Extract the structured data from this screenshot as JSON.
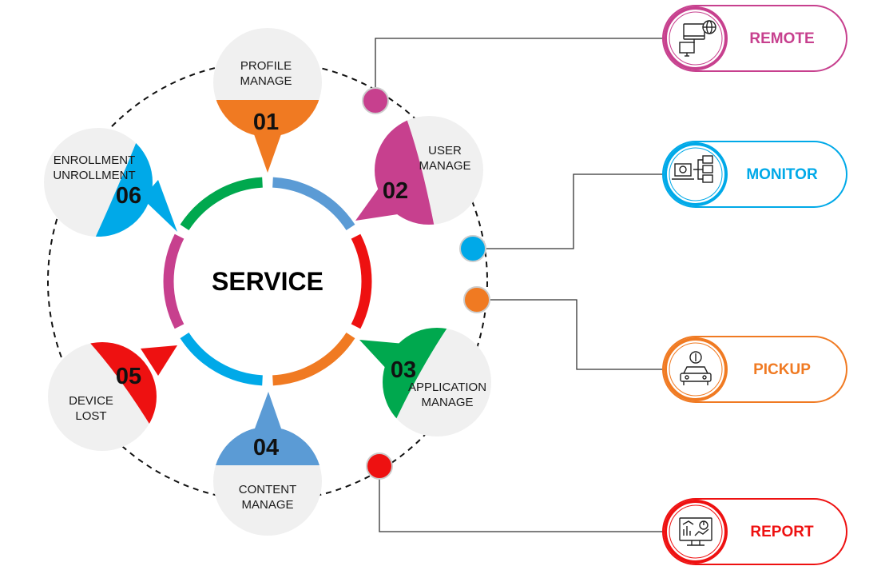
{
  "center": {
    "title": "SERVICE"
  },
  "nodes": [
    {
      "number": "01",
      "line1": "PROFILE",
      "line2": "MANAGE",
      "color": "#F07A22"
    },
    {
      "number": "02",
      "line1": "USER",
      "line2": "MANAGE",
      "color": "#C7408E"
    },
    {
      "number": "03",
      "line1": "APPLICATION",
      "line2": "MANAGE",
      "color": "#00A84E"
    },
    {
      "number": "04",
      "line1": "CONTENT",
      "line2": "MANAGE",
      "color": "#5B9BD5"
    },
    {
      "number": "05",
      "line1": "DEVICE",
      "line2": "LOST",
      "color": "#EE1111"
    },
    {
      "number": "06",
      "line1": "ENROLLMENT",
      "line2": "UNROLLMENT",
      "color": "#00A9E8"
    }
  ],
  "ring_colors": [
    "#5B9BD5",
    "#EE1111",
    "#F07A22",
    "#00A9E8",
    "#C7408E",
    "#00A84E"
  ],
  "features": [
    {
      "label": "REMOTE",
      "icon": "remote-desktop-icon",
      "color": "#C7408E"
    },
    {
      "label": "MONITOR",
      "icon": "monitor-network-icon",
      "color": "#00A9E8"
    },
    {
      "label": "PICKUP",
      "icon": "car-pickup-icon",
      "color": "#F07A22"
    },
    {
      "label": "REPORT",
      "icon": "report-dashboard-icon",
      "color": "#EE1111"
    }
  ]
}
